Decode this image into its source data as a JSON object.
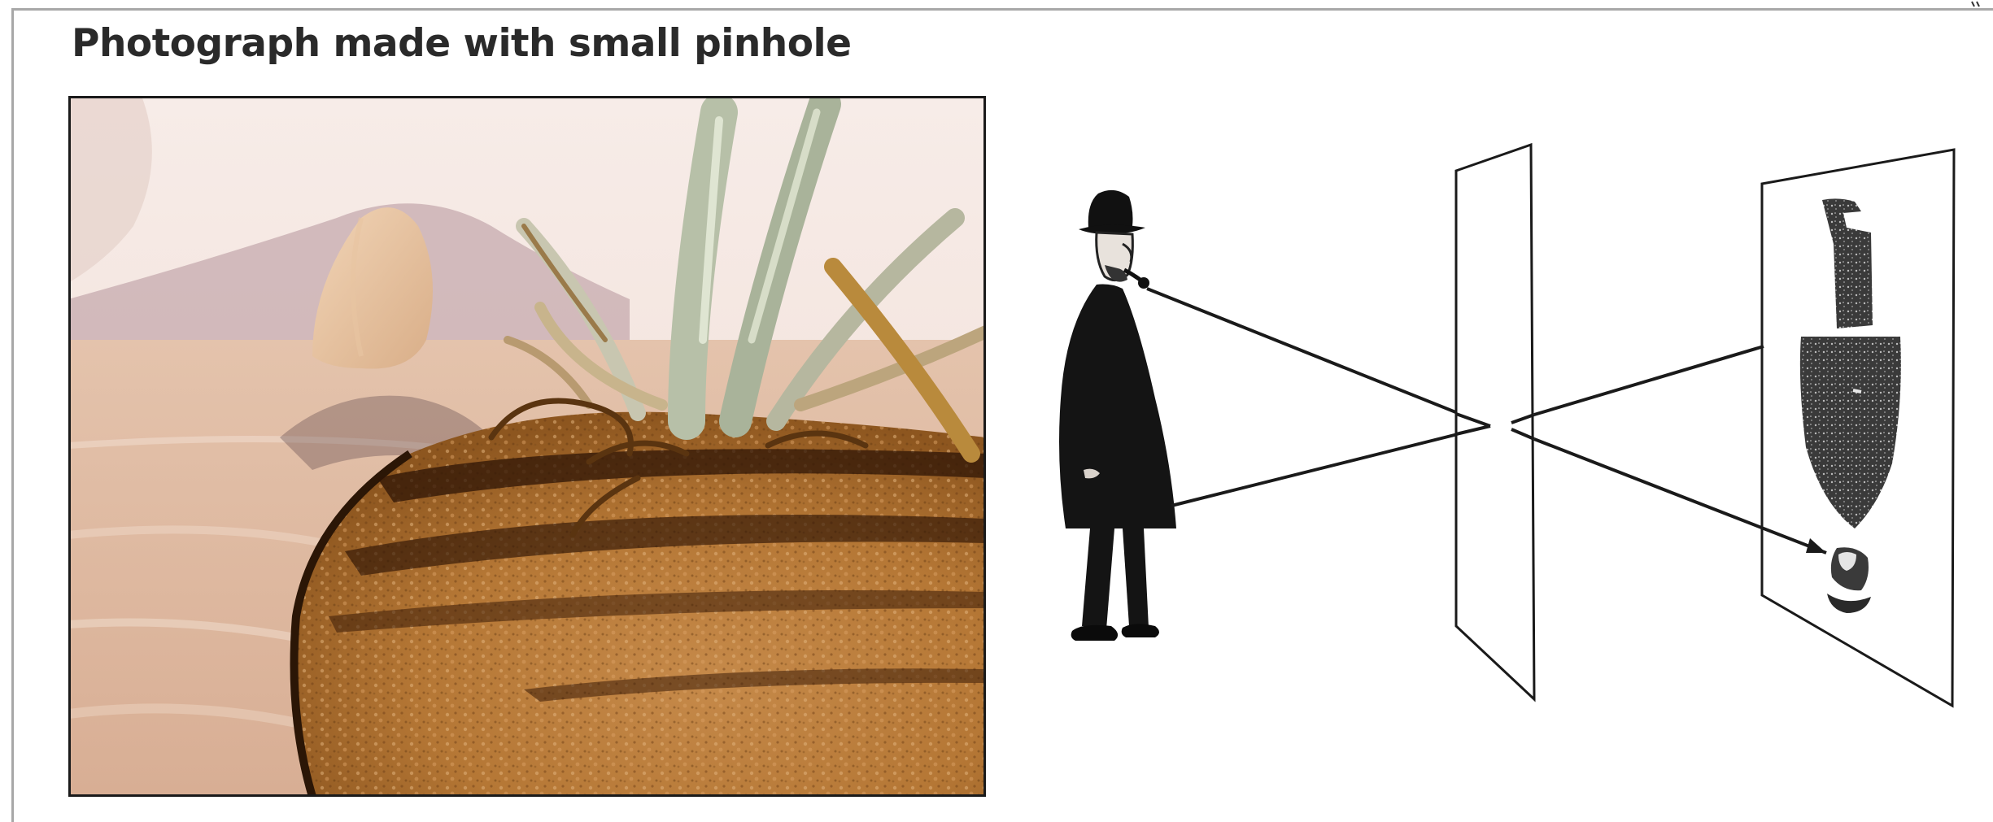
{
  "title": "Photograph made with small pinhole",
  "photo": {
    "subject": "desert landscape with agave plant, rock and sand"
  },
  "diagram": {
    "elements": [
      "man-figure",
      "pinhole-plane",
      "image-plane",
      "inverted-image"
    ]
  },
  "colors": {
    "title": "#2a2a2a",
    "frame": "#a8a8a8",
    "line": "#1a1a1a",
    "sand": "#b87a3c",
    "sky": "#f6e6df"
  }
}
